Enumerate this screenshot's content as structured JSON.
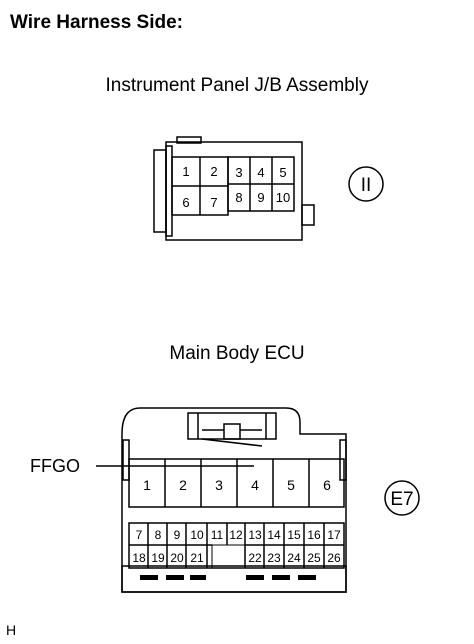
{
  "heading": "Wire Harness Side:",
  "footer_code": "H",
  "connector1": {
    "title": "Instrument Panel J/B Assembly",
    "code": "II",
    "pins_row1": [
      "1",
      "2",
      "3",
      "4",
      "5"
    ],
    "pins_row2": [
      "6",
      "7",
      "8",
      "9",
      "10"
    ]
  },
  "connector2": {
    "title": "Main Body ECU",
    "code": "E7",
    "callout": "FFGO",
    "pins_top": [
      "1",
      "2",
      "3",
      "4",
      "5",
      "6"
    ],
    "pins_mid": [
      "7",
      "8",
      "9",
      "10",
      "11",
      "12",
      "13",
      "14",
      "15",
      "16",
      "17"
    ],
    "pins_bot_left": [
      "18",
      "19",
      "20",
      "21"
    ],
    "pins_bot_right": [
      "22",
      "23",
      "24",
      "25",
      "26"
    ]
  }
}
